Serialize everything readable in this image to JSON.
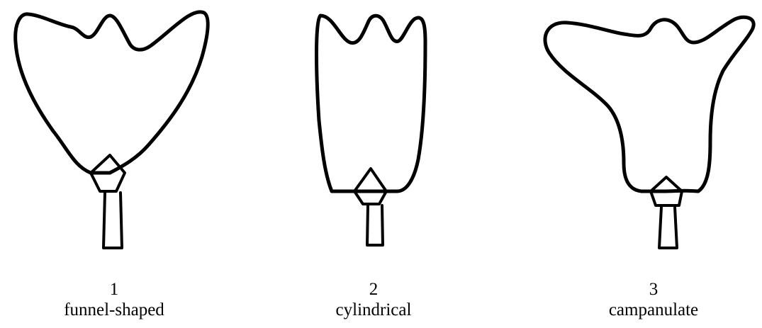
{
  "figures": [
    {
      "number": "1",
      "label": "funnel-shaped"
    },
    {
      "number": "2",
      "label": "cylindrical"
    },
    {
      "number": "3",
      "label": "campanulate"
    }
  ]
}
